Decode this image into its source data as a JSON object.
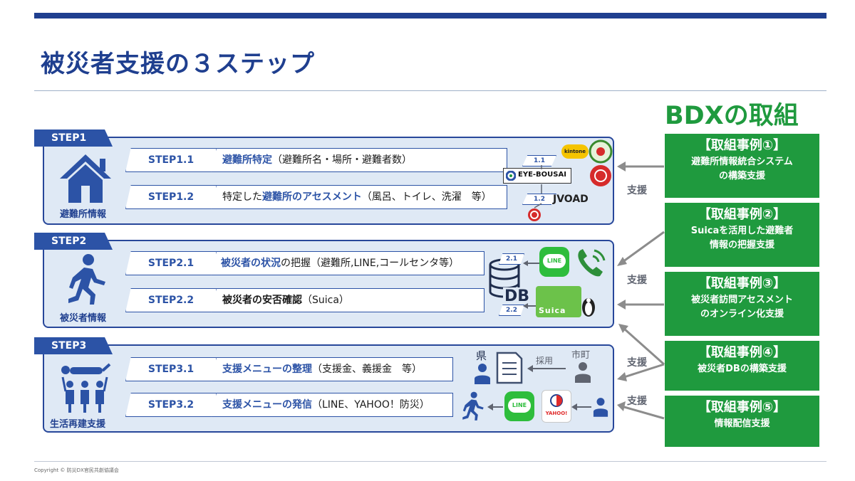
{
  "slide": {
    "title": "被災者支援の３ステップ",
    "bdx_title": "BDXの取組",
    "copyright": "Copyright © 防災DX官民共創協議会"
  },
  "steps": [
    {
      "tab": "STEP1",
      "category": "避難所情報",
      "rows": [
        {
          "id": "STEP1.1",
          "highlight": "避難所特定",
          "rest": "（避難所名・場所・避難者数）"
        },
        {
          "id": "STEP1.2",
          "before": "特定した",
          "highlight": "避難所のアセスメント",
          "rest": "（風呂、トイレ、洗濯　等）"
        }
      ]
    },
    {
      "tab": "STEP2",
      "category": "被災者情報",
      "rows": [
        {
          "id": "STEP2.1",
          "highlight": "被災者の状況",
          "rest": "の把握（避難所,LINE,コールセンタ等）"
        },
        {
          "id": "STEP2.2",
          "highlight": "被災者の安否確認",
          "rest": "（Suica）"
        }
      ]
    },
    {
      "tab": "STEP3",
      "category": "生活再建支援",
      "rows": [
        {
          "id": "STEP3.1",
          "highlight": "支援メニューの整理",
          "rest": "（支援金、義援金　等）"
        },
        {
          "id": "STEP3.2",
          "highlight": "支援メニューの発信",
          "rest": "（LINE、YAHOO！防災）"
        }
      ]
    }
  ],
  "diagram_labels": {
    "badge_1_1": "1.1",
    "badge_1_2": "1.2",
    "badge_2_1": "2.1",
    "badge_2_2": "2.2",
    "eye_bousai": "EYE-BOUSAI",
    "jvoad": "JVOAD",
    "kintone": "kintone",
    "db": "DB",
    "line": "LINE",
    "suica": "Suica",
    "ken": "県",
    "shicho": "市町",
    "saiyo": "採用",
    "yahoo": "YAHOO!"
  },
  "examples": [
    {
      "head": "【取組事例①】",
      "lines": [
        "避難所情報統合システム",
        "の構築支援"
      ]
    },
    {
      "head": "【取組事例②】",
      "lines": [
        "Suicaを活用した避難者",
        "情報の把握支援"
      ]
    },
    {
      "head": "【取組事例③】",
      "lines": [
        "被災者訪問アセスメント",
        "のオンライン化支援"
      ]
    },
    {
      "head": "【取組事例④】",
      "lines": [
        "被災者DBの構築支援"
      ]
    },
    {
      "head": "【取組事例⑤】",
      "lines": [
        "情報配信支援"
      ]
    }
  ],
  "support_label": "支援",
  "colors": {
    "navy": "#1f3f8f",
    "step_blue": "#2c53a6",
    "panel": "#dfe9f5",
    "green": "#1f9a3e",
    "line_green": "#2ebd3c"
  },
  "icons": [
    "house-icon",
    "running-person-icon",
    "rescue-people-icon",
    "database-icon",
    "document-icon",
    "person-icon",
    "phone-icon"
  ]
}
